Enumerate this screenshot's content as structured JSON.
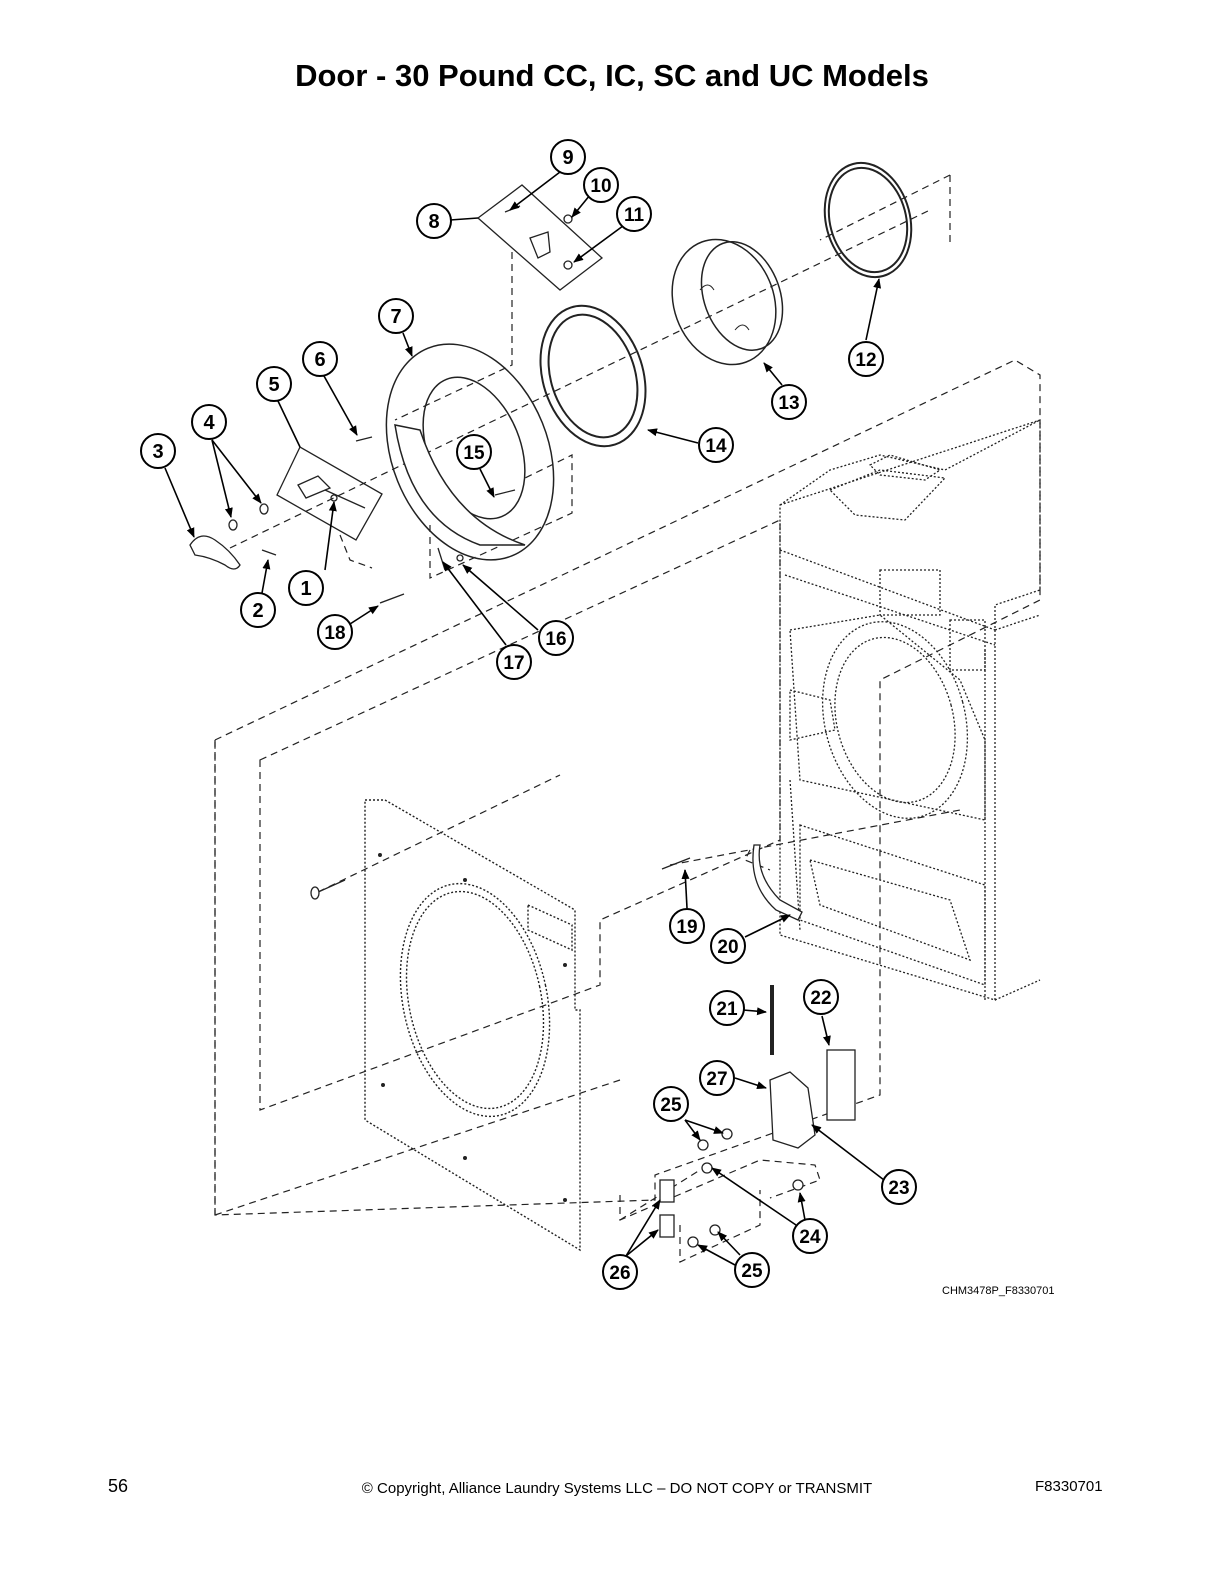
{
  "title": "Door - 30 Pound CC, IC, SC and UC Models",
  "drawing_id": "CHM3478P_F8330701",
  "callouts": [
    "1",
    "2",
    "3",
    "4",
    "5",
    "6",
    "7",
    "8",
    "9",
    "10",
    "11",
    "12",
    "13",
    "14",
    "15",
    "16",
    "17",
    "18",
    "19",
    "20",
    "21",
    "22",
    "23",
    "24",
    "25",
    "25",
    "26",
    "27",
    "24",
    "25"
  ],
  "footer": {
    "page_number": "56",
    "copyright": "© Copyright, Alliance Laundry Systems LLC – DO NOT COPY or TRANSMIT",
    "doc_code": "F8330701"
  }
}
